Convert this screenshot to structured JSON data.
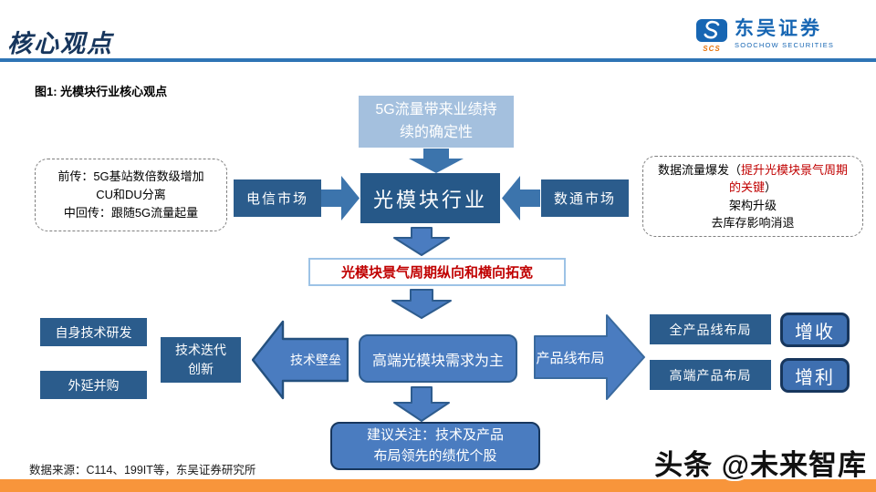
{
  "header": {
    "title": "核心观点",
    "figure_caption": "图1:  光模块行业核心观点",
    "logo": {
      "brand": "东吴证券",
      "brand_en": "SOOCHOW SECURITIES",
      "icon_label": "SCS"
    }
  },
  "diagram": {
    "top_box": "5G流量带来业绩持续的确定性",
    "center_box": "光模块行业",
    "telecom_box": "电信市场",
    "datacom_box": "数通市场",
    "left_note": [
      "前传：5G基站数倍数级增加",
      "CU和DU分离",
      "中回传：跟随5G流量起量"
    ],
    "right_note": {
      "prefix": "数据流量爆发（",
      "highlight": "提升光模块景气周期的关键",
      "suffix": "）",
      "line2": "架构升级",
      "line3": "去库存影响消退"
    },
    "expansion_box": "光模块景气周期纵向和横向拓宽",
    "self_rd_box": "自身技术研发",
    "mna_box": "外延并购",
    "iteration_box": "技术迭代创新",
    "barrier_arrow_label": "技术壁垒",
    "demand_box": "高端光模块需求为主",
    "product_arrow_label": "产品线布局",
    "full_product_box": "全产品线布局",
    "highend_product_box": "高端产品布局",
    "revenue_box": "增收",
    "profit_box": "增利",
    "advice_box": "建议关注：技术及产品布局领先的绩优个股"
  },
  "footer": {
    "source": "数据来源：C114、199IT等，东吴证券研究所",
    "watermark": "头条 @未来智库"
  },
  "colors": {
    "accent_rule_blue": "#2E74B5",
    "title_navy": "#17365D",
    "box_dark_blue": "#2B5C8C",
    "box_mid_blue": "#4A7CC0",
    "box_light_blue": "#A4C0DE",
    "arrow_blue": "#3C74AC",
    "highlight_red": "#C00000",
    "bottom_bar_orange": "#F8953B",
    "logo_blue": "#1766B3",
    "logo_orange": "#E8740C"
  }
}
